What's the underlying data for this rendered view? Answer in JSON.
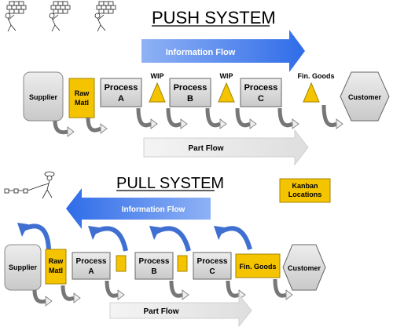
{
  "push": {
    "title": "PUSH SYSTEM",
    "info_flow": "Information Flow",
    "part_flow": "Part Flow",
    "supplier": "Supplier",
    "raw_matl": [
      "Raw",
      "Matl"
    ],
    "process_a": [
      "Process",
      "A"
    ],
    "process_b": [
      "Process",
      "B"
    ],
    "process_c": [
      "Process",
      "C"
    ],
    "wip_1": "WIP",
    "wip_2": "WIP",
    "fin_goods": "Fin. Goods",
    "customer": "Customer"
  },
  "pull": {
    "title": "PULL SYSTEM",
    "info_flow": "Information Flow",
    "part_flow": "Part Flow",
    "supplier": "Supplier",
    "raw_matl": [
      "Raw",
      "Matl"
    ],
    "process_a": [
      "Process",
      "A"
    ],
    "process_b": [
      "Process",
      "B"
    ],
    "process_c": [
      "Process",
      "C"
    ],
    "fin_goods": "Fin. Goods",
    "customer": "Customer",
    "legend": [
      "Kanban",
      "Locations"
    ]
  },
  "colors": {
    "blue": "#4f86ec",
    "yellow": "#f5c400",
    "gray_box": "#d9d9d9",
    "part_arrow": "#e6e6e6",
    "pull_arrow": "#3f6fd0"
  }
}
